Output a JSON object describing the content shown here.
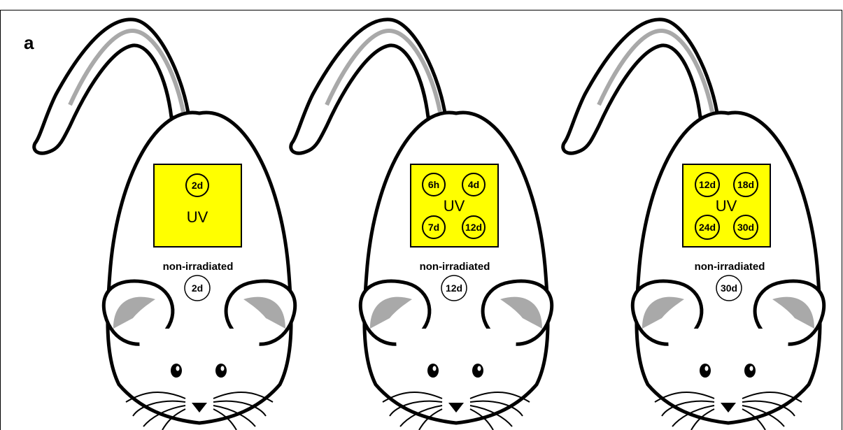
{
  "panel_letter": "a",
  "colors": {
    "irradiated_patch": "#ffff00",
    "ear_inner": "#a9a9a9",
    "tail_stripe": "#a9a9a9",
    "outline": "#000000"
  },
  "mice": [
    {
      "uv_label": "UV",
      "uv_timepoints": [
        "2d"
      ],
      "control_label": "non-irradiated",
      "control_timepoint": "2d"
    },
    {
      "uv_label": "UV",
      "uv_timepoints": [
        "6h",
        "4d",
        "7d",
        "12d"
      ],
      "control_label": "non-irradiated",
      "control_timepoint": "12d"
    },
    {
      "uv_label": "UV",
      "uv_timepoints": [
        "12d",
        "18d",
        "24d",
        "30d"
      ],
      "control_label": "non-irradiated",
      "control_timepoint": "30d"
    }
  ]
}
